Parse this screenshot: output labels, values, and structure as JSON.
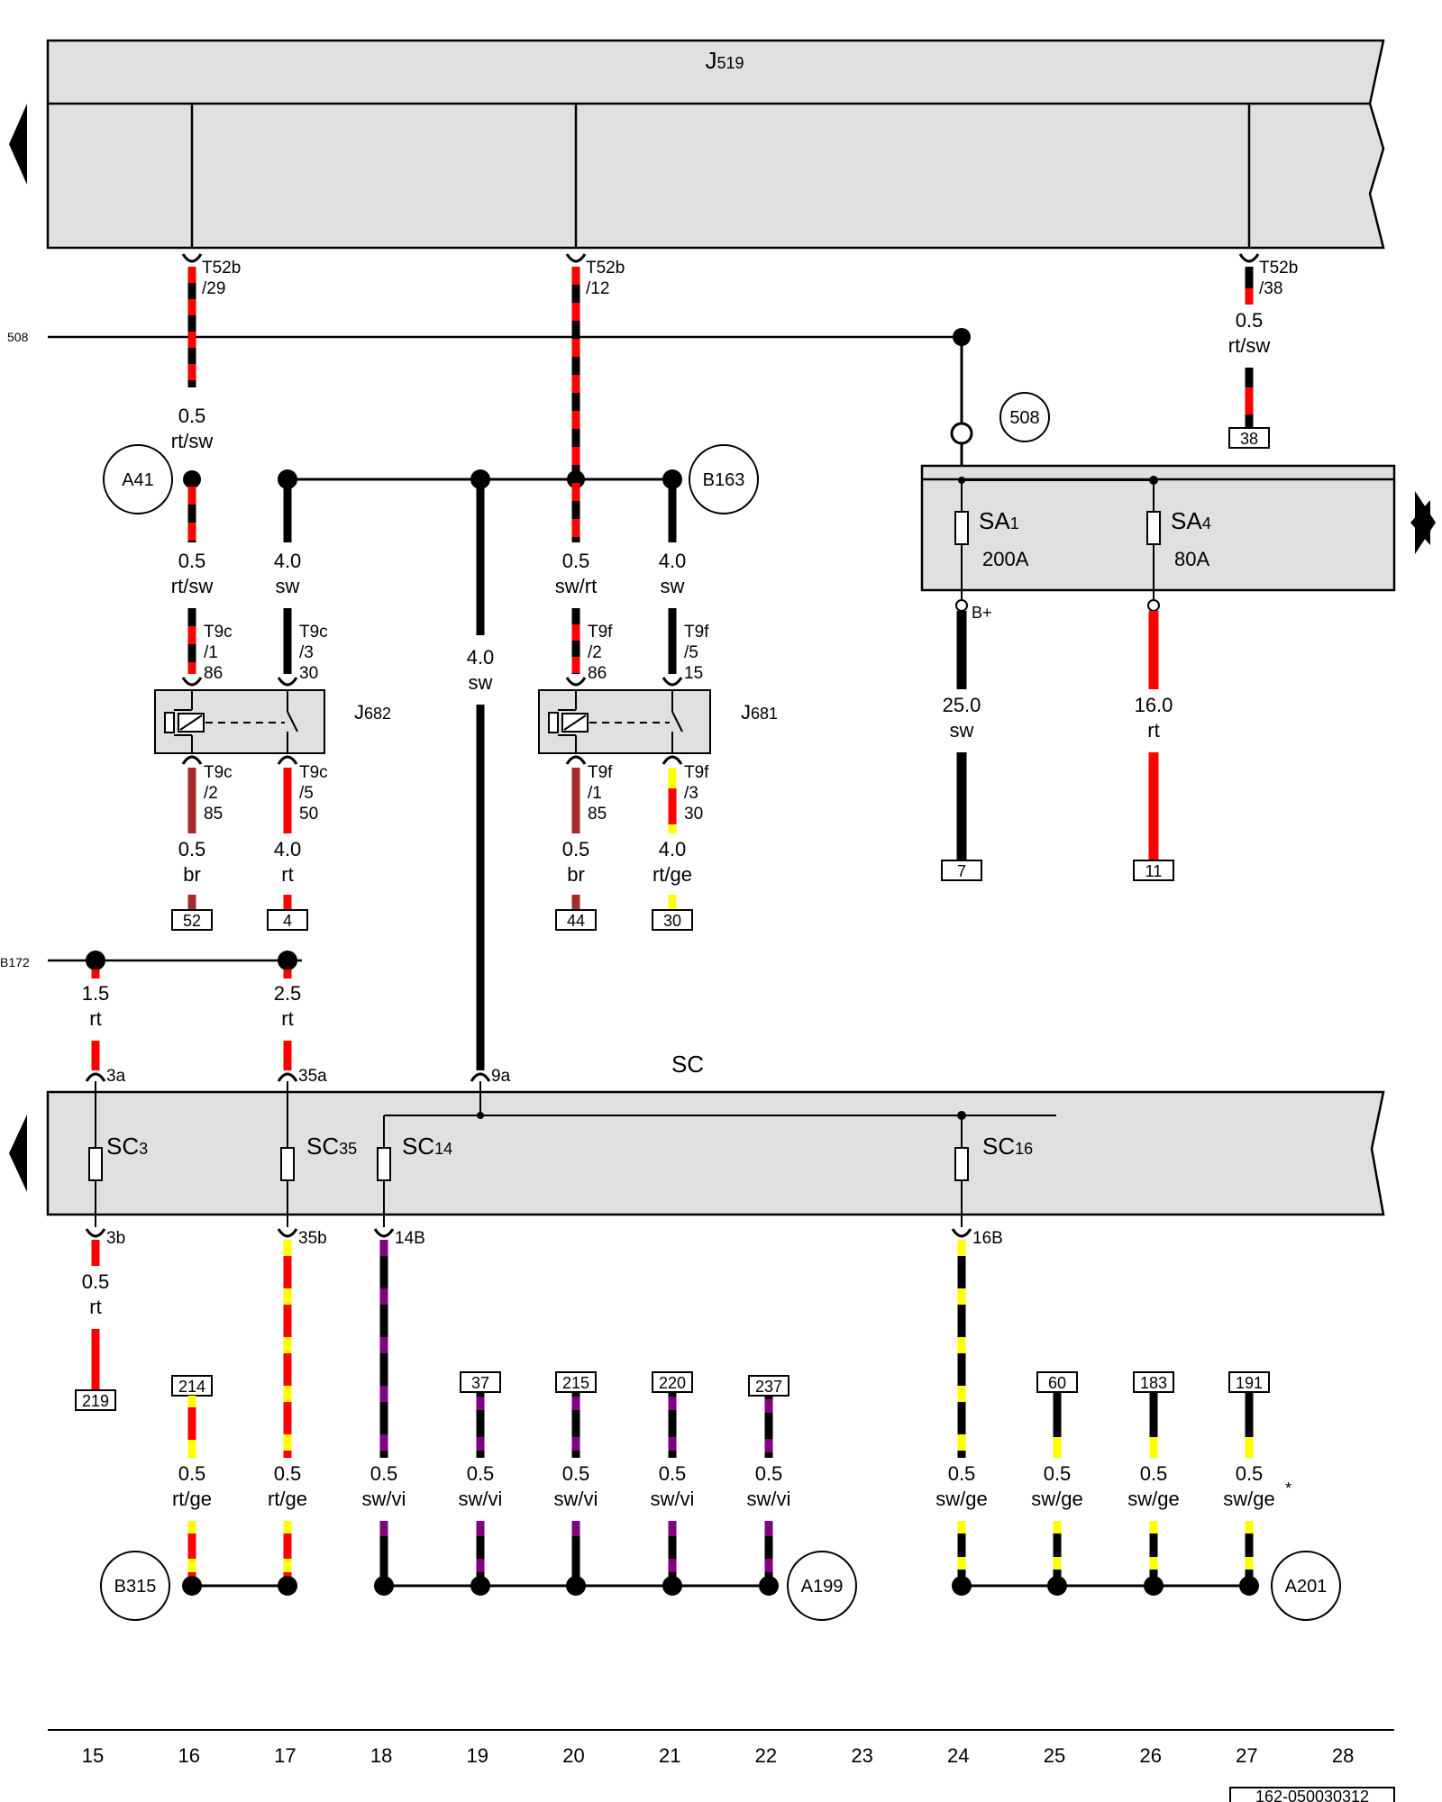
{
  "header": {
    "title": "J519",
    "title_main": "J",
    "title_sub": "519"
  },
  "connections_left": {
    "t508": "508",
    "b172": "B172"
  },
  "circles": {
    "a41": "A41",
    "b163": "B163",
    "c508": "508",
    "b315": "B315",
    "a199": "A199",
    "a201": "A201"
  },
  "colors": {
    "rt": "#ff0000",
    "sw": "#000000",
    "br": "#a52a2a",
    "ge": "#ffff00",
    "vi": "#800080",
    "box": "#e0e0e0"
  },
  "connectors": {
    "t52b_29": {
      "name": "T52b",
      "pin": "/29"
    },
    "t52b_12": {
      "name": "T52b",
      "pin": "/12"
    },
    "t52b_38": {
      "name": "T52b",
      "pin": "/38"
    }
  },
  "wires": {
    "w16a": {
      "size": "0.5",
      "color": "rt/sw"
    },
    "w16b": {
      "size": "0.5",
      "color": "rt/sw"
    },
    "w17a": {
      "size": "4.0",
      "color": "sw"
    },
    "w19": {
      "size": "4.0",
      "color": "sw"
    },
    "w20a": {
      "size": "0.5",
      "color": "sw/rt"
    },
    "w21a": {
      "size": "4.0",
      "color": "sw"
    },
    "w27": {
      "size": "0.5",
      "color": "rt/sw"
    },
    "w16c": {
      "size": "0.5",
      "color": "br"
    },
    "w17c": {
      "size": "4.0",
      "color": "rt"
    },
    "w20c": {
      "size": "0.5",
      "color": "br"
    },
    "w21c": {
      "size": "4.0",
      "color": "rt/ge"
    },
    "w24": {
      "size": "25.0",
      "color": "sw"
    },
    "w26": {
      "size": "16.0",
      "color": "rt"
    },
    "w15a": {
      "size": "1.5",
      "color": "rt"
    },
    "w17d": {
      "size": "2.5",
      "color": "rt"
    },
    "w15b": {
      "size": "0.5",
      "color": "rt"
    },
    "b16": {
      "size": "0.5",
      "color": "rt/ge"
    },
    "b17": {
      "size": "0.5",
      "color": "rt/ge"
    },
    "b18": {
      "size": "0.5",
      "color": "sw/vi"
    },
    "b19": {
      "size": "0.5",
      "color": "sw/vi"
    },
    "b20": {
      "size": "0.5",
      "color": "sw/vi"
    },
    "b21": {
      "size": "0.5",
      "color": "sw/vi"
    },
    "b22": {
      "size": "0.5",
      "color": "sw/vi"
    },
    "b24": {
      "size": "0.5",
      "color": "sw/ge"
    },
    "b25": {
      "size": "0.5",
      "color": "sw/ge"
    },
    "b26": {
      "size": "0.5",
      "color": "sw/ge"
    },
    "b27": {
      "size": "0.5",
      "color": "sw/ge"
    }
  },
  "relays": {
    "j682": {
      "label": "J682",
      "main": "J",
      "sub": "682",
      "p1": {
        "name": "T9c",
        "pin": "/1",
        "num": "86"
      },
      "p3": {
        "name": "T9c",
        "pin": "/3",
        "num": "30"
      },
      "p2": {
        "name": "T9c",
        "pin": "/2",
        "num": "85"
      },
      "p5": {
        "name": "T9c",
        "pin": "/5",
        "num": "50"
      }
    },
    "j681": {
      "label": "J681",
      "main": "J",
      "sub": "681",
      "p2": {
        "name": "T9f",
        "pin": "/2",
        "num": "86"
      },
      "p5": {
        "name": "T9f",
        "pin": "/5",
        "num": "15"
      },
      "p1": {
        "name": "T9f",
        "pin": "/1",
        "num": "85"
      },
      "p3": {
        "name": "T9f",
        "pin": "/3",
        "num": "30"
      }
    }
  },
  "fusebox_sa": {
    "sa1": {
      "main": "SA",
      "sub": "1",
      "rating": "200A"
    },
    "sa4": {
      "main": "SA",
      "sub": "4",
      "rating": "80A"
    },
    "bplus": "B+"
  },
  "fusebox_sc": {
    "label": "SC",
    "sc3": {
      "main": "SC",
      "sub": "3",
      "in": "3a",
      "out": "3b"
    },
    "sc35": {
      "main": "SC",
      "sub": "35",
      "in": "35a",
      "out": "35b"
    },
    "sc14": {
      "main": "SC",
      "sub": "14",
      "in": "9a",
      "out": "14B"
    },
    "sc16": {
      "main": "SC",
      "sub": "16",
      "out": "16B"
    }
  },
  "refs": {
    "r38": "38",
    "r52": "52",
    "r4": "4",
    "r44": "44",
    "r30": "30",
    "r7": "7",
    "r11": "11",
    "r219": "219",
    "r214": "214",
    "r37": "37",
    "r215": "215",
    "r220": "220",
    "r237": "237",
    "r60": "60",
    "r183": "183",
    "r191": "191"
  },
  "footnote": "*",
  "grid_numbers": [
    "15",
    "16",
    "17",
    "18",
    "19",
    "20",
    "21",
    "22",
    "23",
    "24",
    "25",
    "26",
    "27",
    "28"
  ],
  "doc_id": "162-050030312"
}
